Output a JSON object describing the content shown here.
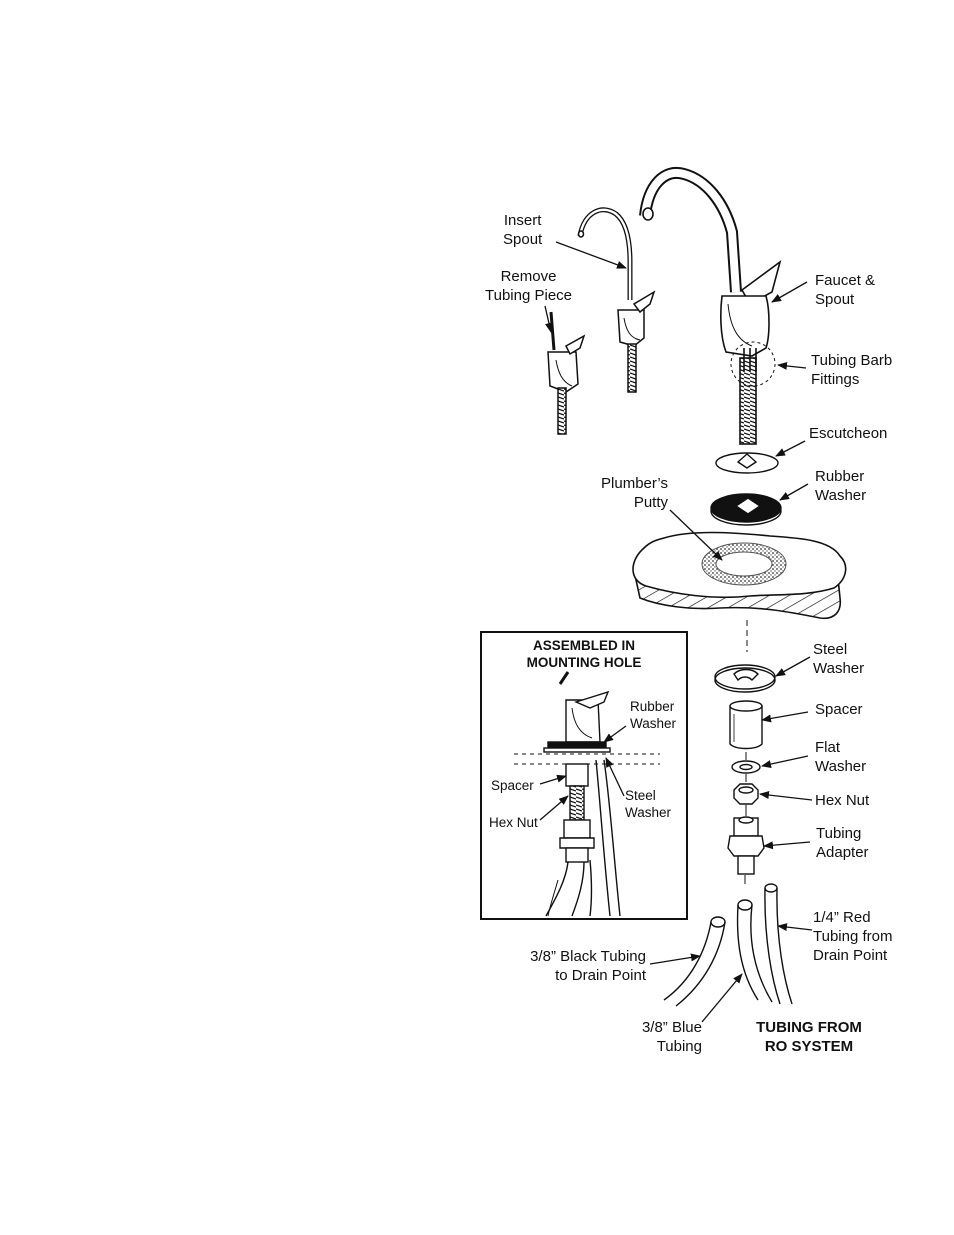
{
  "labels": {
    "insert_spout": [
      "Insert",
      "Spout"
    ],
    "remove_tubing_piece": [
      "Remove",
      "Tubing Piece"
    ],
    "faucet_spout": [
      "Faucet &",
      "Spout"
    ],
    "tubing_barb_fittings": [
      "Tubing Barb",
      "Fittings"
    ],
    "escutcheon": [
      "Escutcheon"
    ],
    "rubber_washer": [
      "Rubber",
      "Washer"
    ],
    "plumbers_putty": [
      "Plumber’s",
      "Putty"
    ],
    "steel_washer": [
      "Steel",
      "Washer"
    ],
    "spacer": [
      "Spacer"
    ],
    "flat_washer": [
      "Flat",
      "Washer"
    ],
    "hex_nut": [
      "Hex Nut"
    ],
    "tubing_adapter": [
      "Tubing",
      "Adapter"
    ],
    "red_tubing": [
      "1/4” Red",
      "Tubing from",
      "Drain Point"
    ],
    "black_tubing": [
      "3/8” Black Tubing",
      "to Drain Point"
    ],
    "blue_tubing": [
      "3/8” Blue",
      "Tubing"
    ],
    "tubing_from_ro": [
      "TUBING FROM",
      "RO SYSTEM"
    ]
  },
  "inset": {
    "title": [
      "ASSEMBLED IN",
      "MOUNTING HOLE"
    ],
    "rubber_washer": [
      "Rubber",
      "Washer"
    ],
    "spacer": [
      "Spacer"
    ],
    "steel_washer": [
      "Steel",
      "Washer"
    ],
    "hex_nut": [
      "Hex Nut"
    ]
  }
}
